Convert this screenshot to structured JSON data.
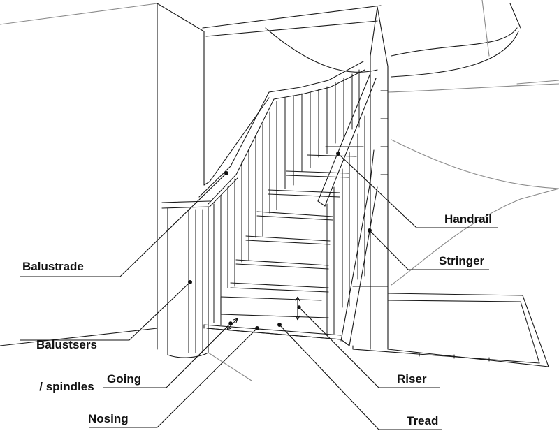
{
  "labels": {
    "balustrade": "Balustrade",
    "balusters_line1": "Balustsers",
    "balusters_line2": "/ spindles",
    "going": "Going",
    "nosing": "Nosing",
    "handrail": "Handrail",
    "stringer": "Stringer",
    "riser": "Riser",
    "tread": "Tread"
  },
  "colors": {
    "line": "#1a1a1a",
    "faint": "#8a8a8a",
    "label": "#111111",
    "background": "#ffffff"
  }
}
